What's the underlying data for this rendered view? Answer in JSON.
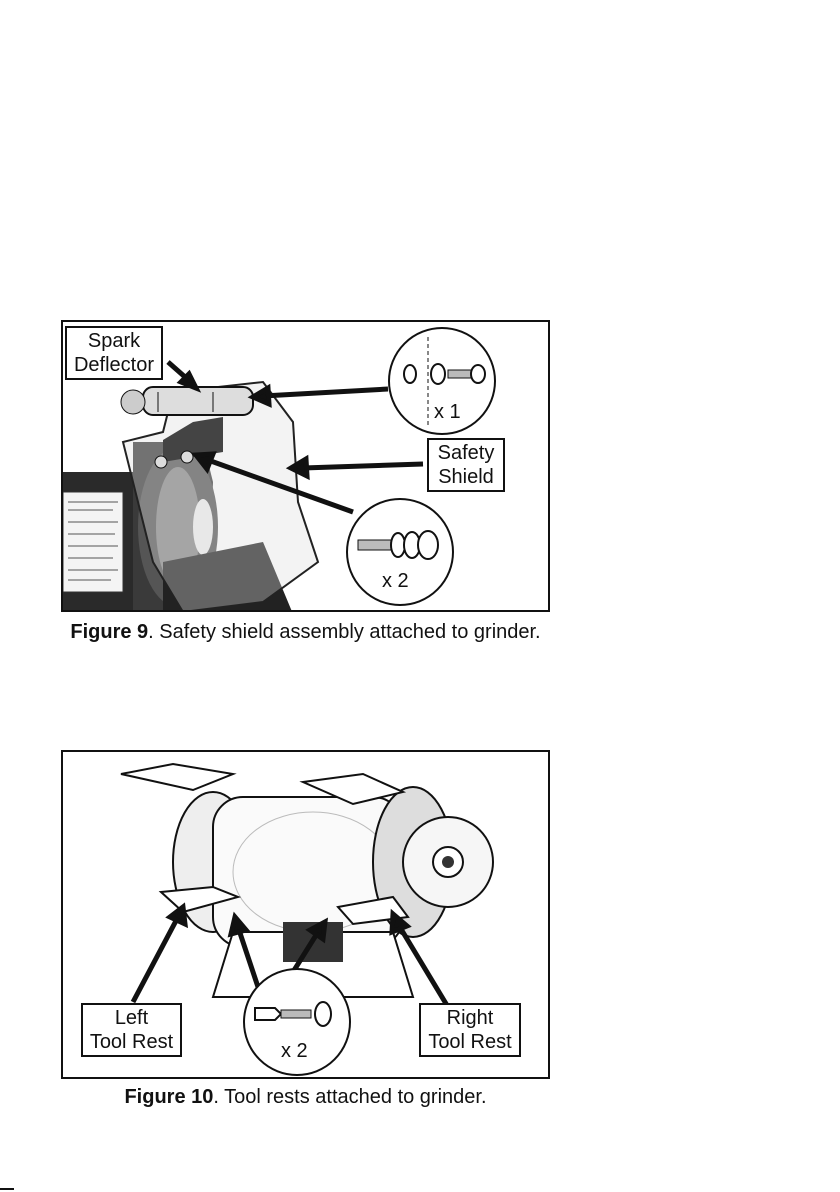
{
  "figure9": {
    "labels": {
      "spark_deflector": [
        "Spark",
        "Deflector"
      ],
      "safety_shield": [
        "Safety",
        "Shield"
      ]
    },
    "callouts": {
      "top_qty": "x 1",
      "bottom_qty": "x 2"
    },
    "caption": {
      "number": "Figure 9",
      "text": ". Safety shield assembly attached to grinder."
    }
  },
  "figure10": {
    "labels": {
      "left_tool_rest": [
        "Left",
        "Tool Rest"
      ],
      "right_tool_rest": [
        "Right",
        "Tool Rest"
      ]
    },
    "callouts": {
      "qty": "x 2"
    },
    "caption": {
      "number": "Figure 10",
      "text": ". Tool rests attached to grinder."
    }
  }
}
